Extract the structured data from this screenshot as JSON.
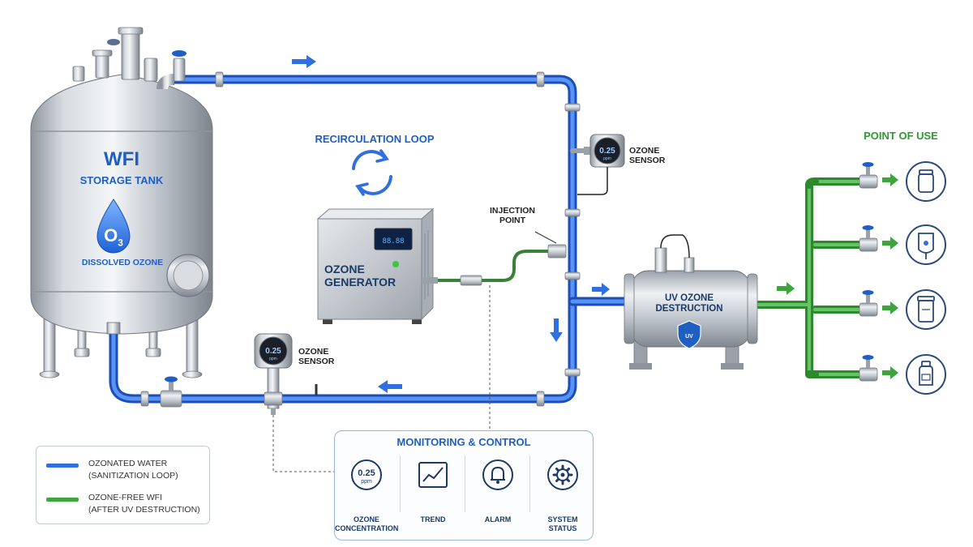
{
  "tank": {
    "title": "WFI",
    "subtitle": "STORAGE TANK",
    "o3_symbol": "O",
    "o3_sub": "3",
    "dissolved": "DISSOLVED OZONE"
  },
  "loop_label": "RECIRCULATION LOOP",
  "generator": {
    "line1": "OZONE",
    "line2": "GENERATOR",
    "display": "88.88"
  },
  "injection": {
    "line1": "INJECTION",
    "line2": "POINT"
  },
  "sensor_top": {
    "value": "0.25",
    "unit": "ppm",
    "line1": "OZONE",
    "line2": "SENSOR"
  },
  "sensor_bottom": {
    "value": "0.25",
    "unit": "ppm",
    "line1": "OZONE",
    "line2": "SENSOR"
  },
  "uv": {
    "line1": "UV OZONE",
    "line2": "DESTRUCTION",
    "badge": "UV"
  },
  "point_of_use": "POINT OF USE",
  "monitoring": {
    "title": "MONITORING & CONTROL",
    "concentration_value": "0.25",
    "concentration_unit": "ppm",
    "items": [
      {
        "icon": "gauge-icon",
        "line1": "OZONE",
        "line2": "CONCENTRATION"
      },
      {
        "icon": "trend-icon",
        "line1": "TREND",
        "line2": ""
      },
      {
        "icon": "bell-icon",
        "line1": "ALARM",
        "line2": ""
      },
      {
        "icon": "gear-icon",
        "line1": "SYSTEM",
        "line2": "STATUS"
      }
    ]
  },
  "legend": {
    "items": [
      {
        "color": "#2f6fe0",
        "line1": "OZONATED WATER",
        "line2": "(SANITIZATION LOOP)"
      },
      {
        "color": "#3ea43e",
        "line1": "OZONE-FREE WFI",
        "line2": "(AFTER UV DESTRUCTION)"
      }
    ]
  },
  "colors": {
    "ozonated": "#2f6fe0",
    "ozone_free": "#3ea43e",
    "accent": "#1f5fc4",
    "steel": "#c9ced4"
  },
  "outlet_icons": [
    "vial-icon",
    "iv-bag-icon",
    "container-icon",
    "bottle-icon"
  ]
}
